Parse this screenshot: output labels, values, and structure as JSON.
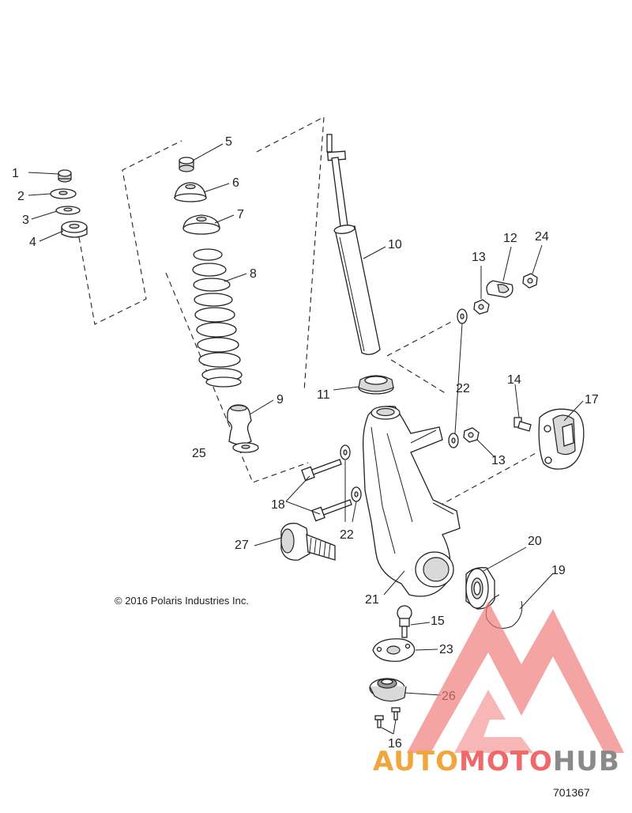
{
  "callouts": [
    "1",
    "2",
    "3",
    "4",
    "5",
    "6",
    "7",
    "8",
    "9",
    "10",
    "11",
    "12",
    "13",
    "13",
    "14",
    "15",
    "16",
    "17",
    "18",
    "19",
    "20",
    "21",
    "22",
    "22",
    "23",
    "24",
    "25",
    "26",
    "27"
  ],
  "copyright": "© 2016 Polaris Industries Inc.",
  "diagram_number": "701367",
  "watermark": {
    "part1": "AUTO",
    "part2": "MOTO",
    "part3": "HUB",
    "colors": [
      "#f0a63c",
      "#ee6a6a",
      "#8a8a8a"
    ]
  }
}
